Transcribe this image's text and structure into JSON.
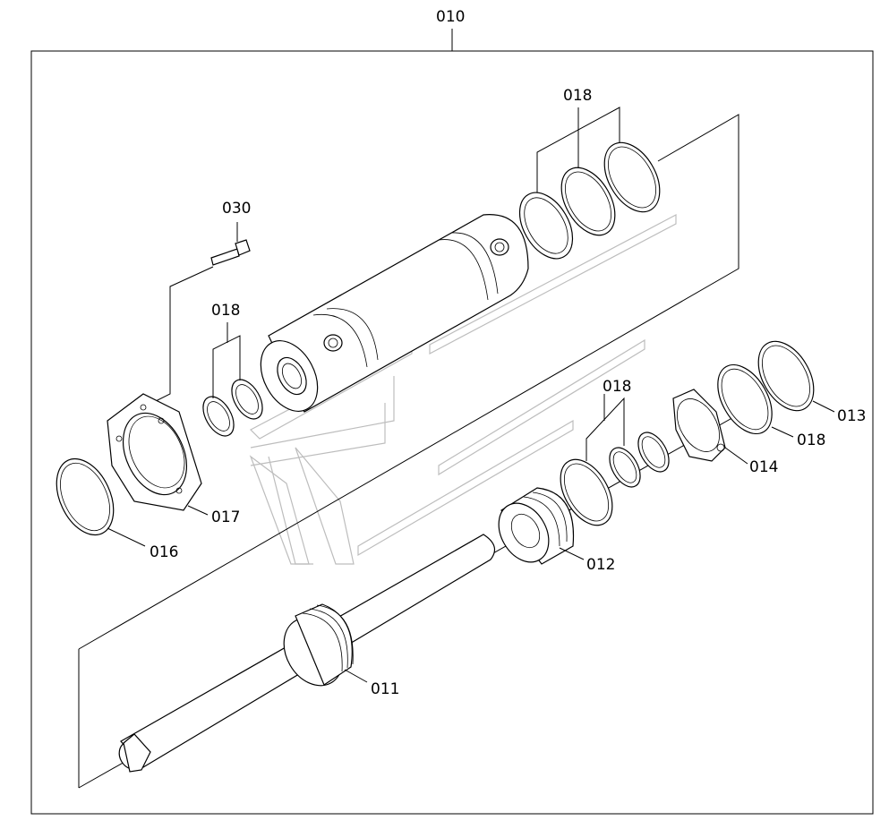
{
  "assembly_label": "010",
  "callouts": {
    "bolt": "030",
    "seal_top": "018",
    "seal_left": "018",
    "seal_mid": "018",
    "seal_right": "018",
    "ring_013": "013",
    "nut_014": "014",
    "flange_017": "017",
    "snap_ring_016": "016",
    "gland_012": "012",
    "rod_011": "011"
  },
  "icons": [
    "cylinder-barrel-icon",
    "piston-rod-icon",
    "gland-icon",
    "seal-ring-icon",
    "flange-icon",
    "bolt-icon",
    "lock-washer-icon",
    "watermark-logo-icon"
  ]
}
